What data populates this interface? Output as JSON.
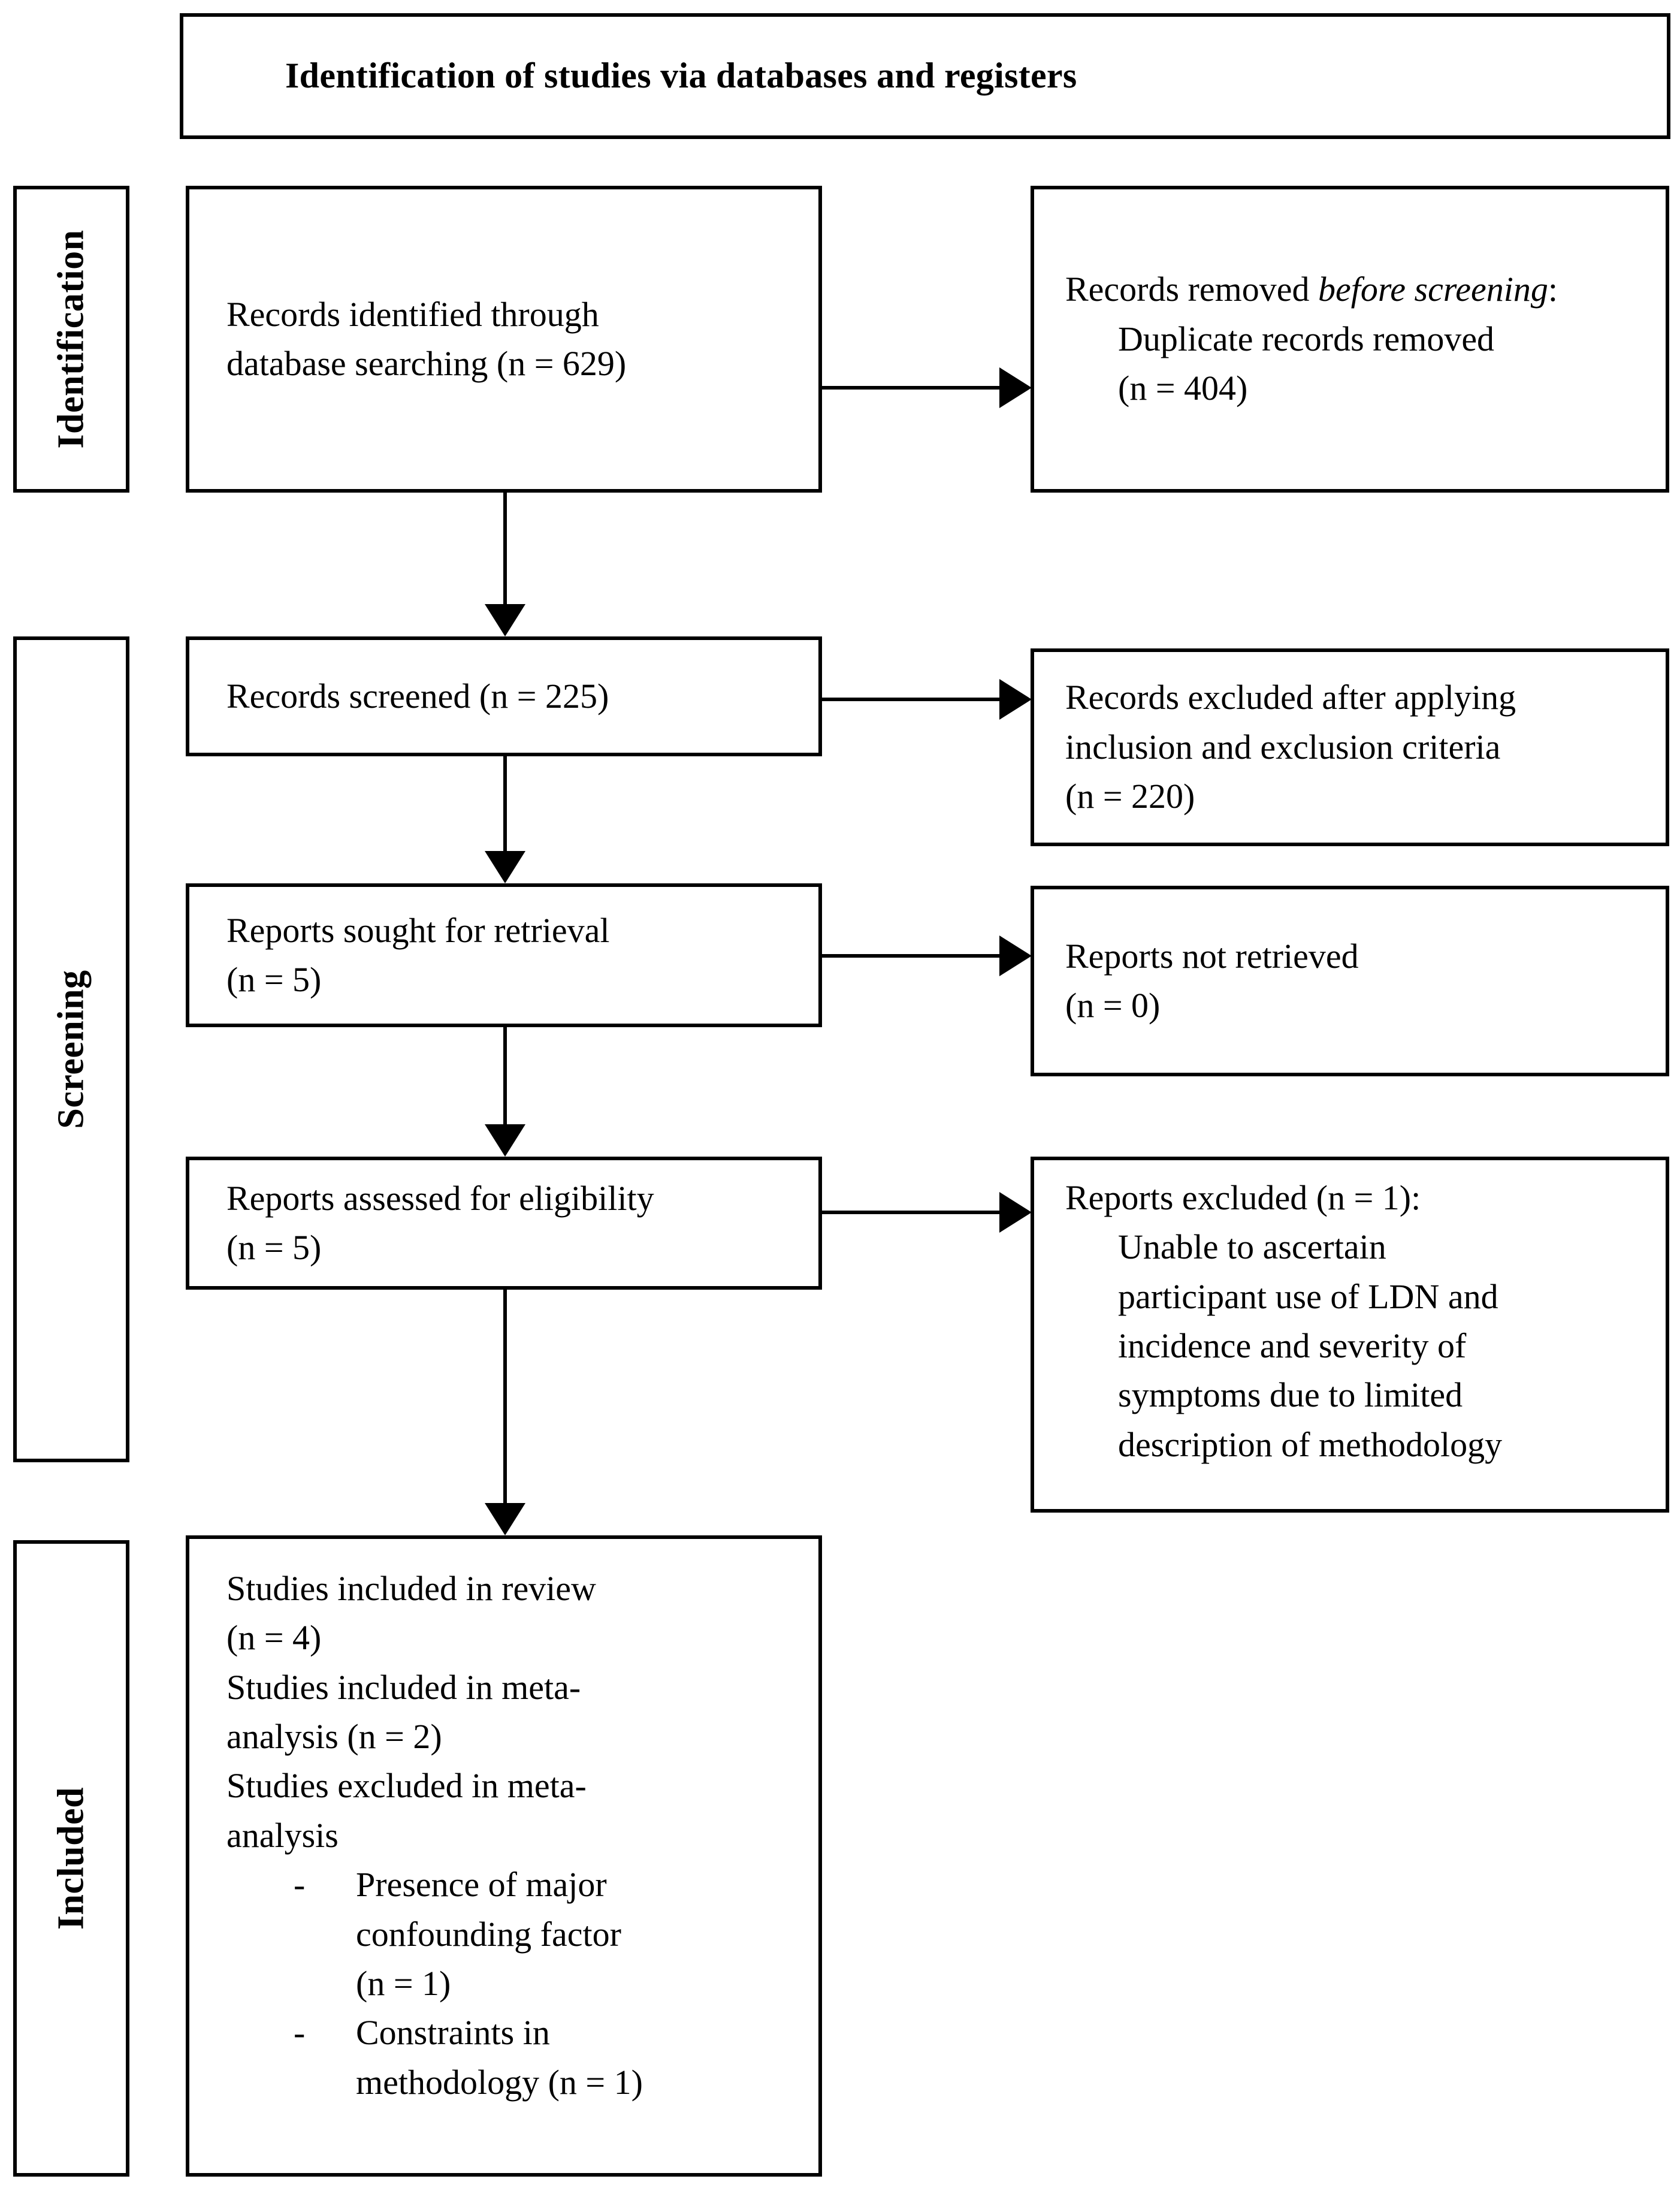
{
  "diagram": {
    "title": "Identification of studies via databases and registers",
    "type": "PRISMA flow diagram"
  },
  "stages": [
    {
      "key": "identification",
      "label": "Identification"
    },
    {
      "key": "screening",
      "label": "Screening"
    },
    {
      "key": "included",
      "label": "Included"
    }
  ],
  "boxes": {
    "identified": {
      "line1": "Records identified through",
      "line2": "database searching (n = 629)"
    },
    "duplicates": {
      "line1_pre": "Records removed ",
      "line1_italic": "before screening",
      "line1_post": ":",
      "line2": "Duplicate records removed",
      "line3": "(n = 404)"
    },
    "screened": {
      "line1": "Records screened (n = 225)"
    },
    "excluded_screen": {
      "line1": "Records excluded after applying",
      "line2": "inclusion and exclusion criteria",
      "line3": "(n = 220)"
    },
    "sought": {
      "line1": "Reports sought for retrieval",
      "line2": "(n = 5)"
    },
    "not_retrieved": {
      "line1": "Reports not retrieved",
      "line2": "(n = 0)"
    },
    "assessed": {
      "line1": "Reports assessed for eligibility",
      "line2": "(n = 5)"
    },
    "reports_excluded": {
      "line1": "Reports excluded (n = 1):",
      "line2": "Unable to ascertain",
      "line3": "participant use of LDN and",
      "line4": "incidence and severity of",
      "line5": "symptoms due to limited",
      "line6": "description of methodology"
    },
    "included": {
      "line1": "Studies included in review",
      "line2": "(n = 4)",
      "line3": "Studies included in meta-",
      "line4": "analysis (n = 2)",
      "line5": "Studies excluded in meta-",
      "line6": "analysis",
      "bullet_marker": "-",
      "bullets": [
        {
          "line1": "Presence of major",
          "line2": "confounding factor",
          "line3": "(n = 1)"
        },
        {
          "line1": "Constraints in",
          "line2": "methodology (n = 1)"
        }
      ]
    }
  },
  "counts": {
    "records_identified": 629,
    "duplicates_removed": 404,
    "records_screened": 225,
    "records_excluded": 220,
    "reports_sought": 5,
    "reports_not_retrieved": 0,
    "reports_assessed": 5,
    "reports_excluded": 1,
    "studies_included_review": 4,
    "studies_included_meta": 2,
    "excluded_confounding": 1,
    "excluded_methodology": 1
  },
  "colors": {
    "border": "#000000",
    "background": "#ffffff",
    "text": "#000000"
  }
}
